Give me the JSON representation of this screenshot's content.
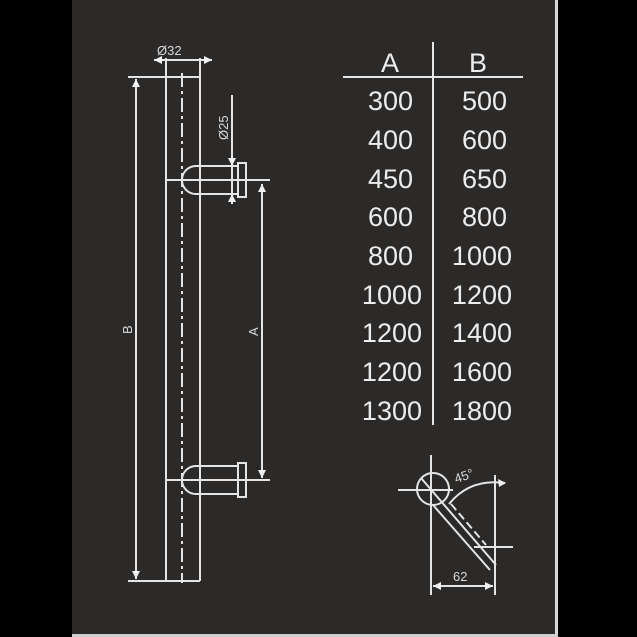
{
  "drawing": {
    "tube_diameter_label": "Ø32",
    "standoff_diameter_label": "Ø25",
    "dimension_a_label": "A",
    "dimension_b_label": "B",
    "angle_label": "45°",
    "offset_label": "62"
  },
  "table": {
    "headers": [
      "A",
      "B"
    ],
    "rows": [
      [
        "300",
        "500"
      ],
      [
        "400",
        "600"
      ],
      [
        "450",
        "650"
      ],
      [
        "600",
        "800"
      ],
      [
        "800",
        "1000"
      ],
      [
        "1000",
        "1200"
      ],
      [
        "1200",
        "1400"
      ],
      [
        "1200",
        "1600"
      ],
      [
        "1300",
        "1800"
      ]
    ]
  },
  "colors": {
    "background": "#2c2a29",
    "line": "#e6e6e6",
    "outer": "#000000"
  }
}
